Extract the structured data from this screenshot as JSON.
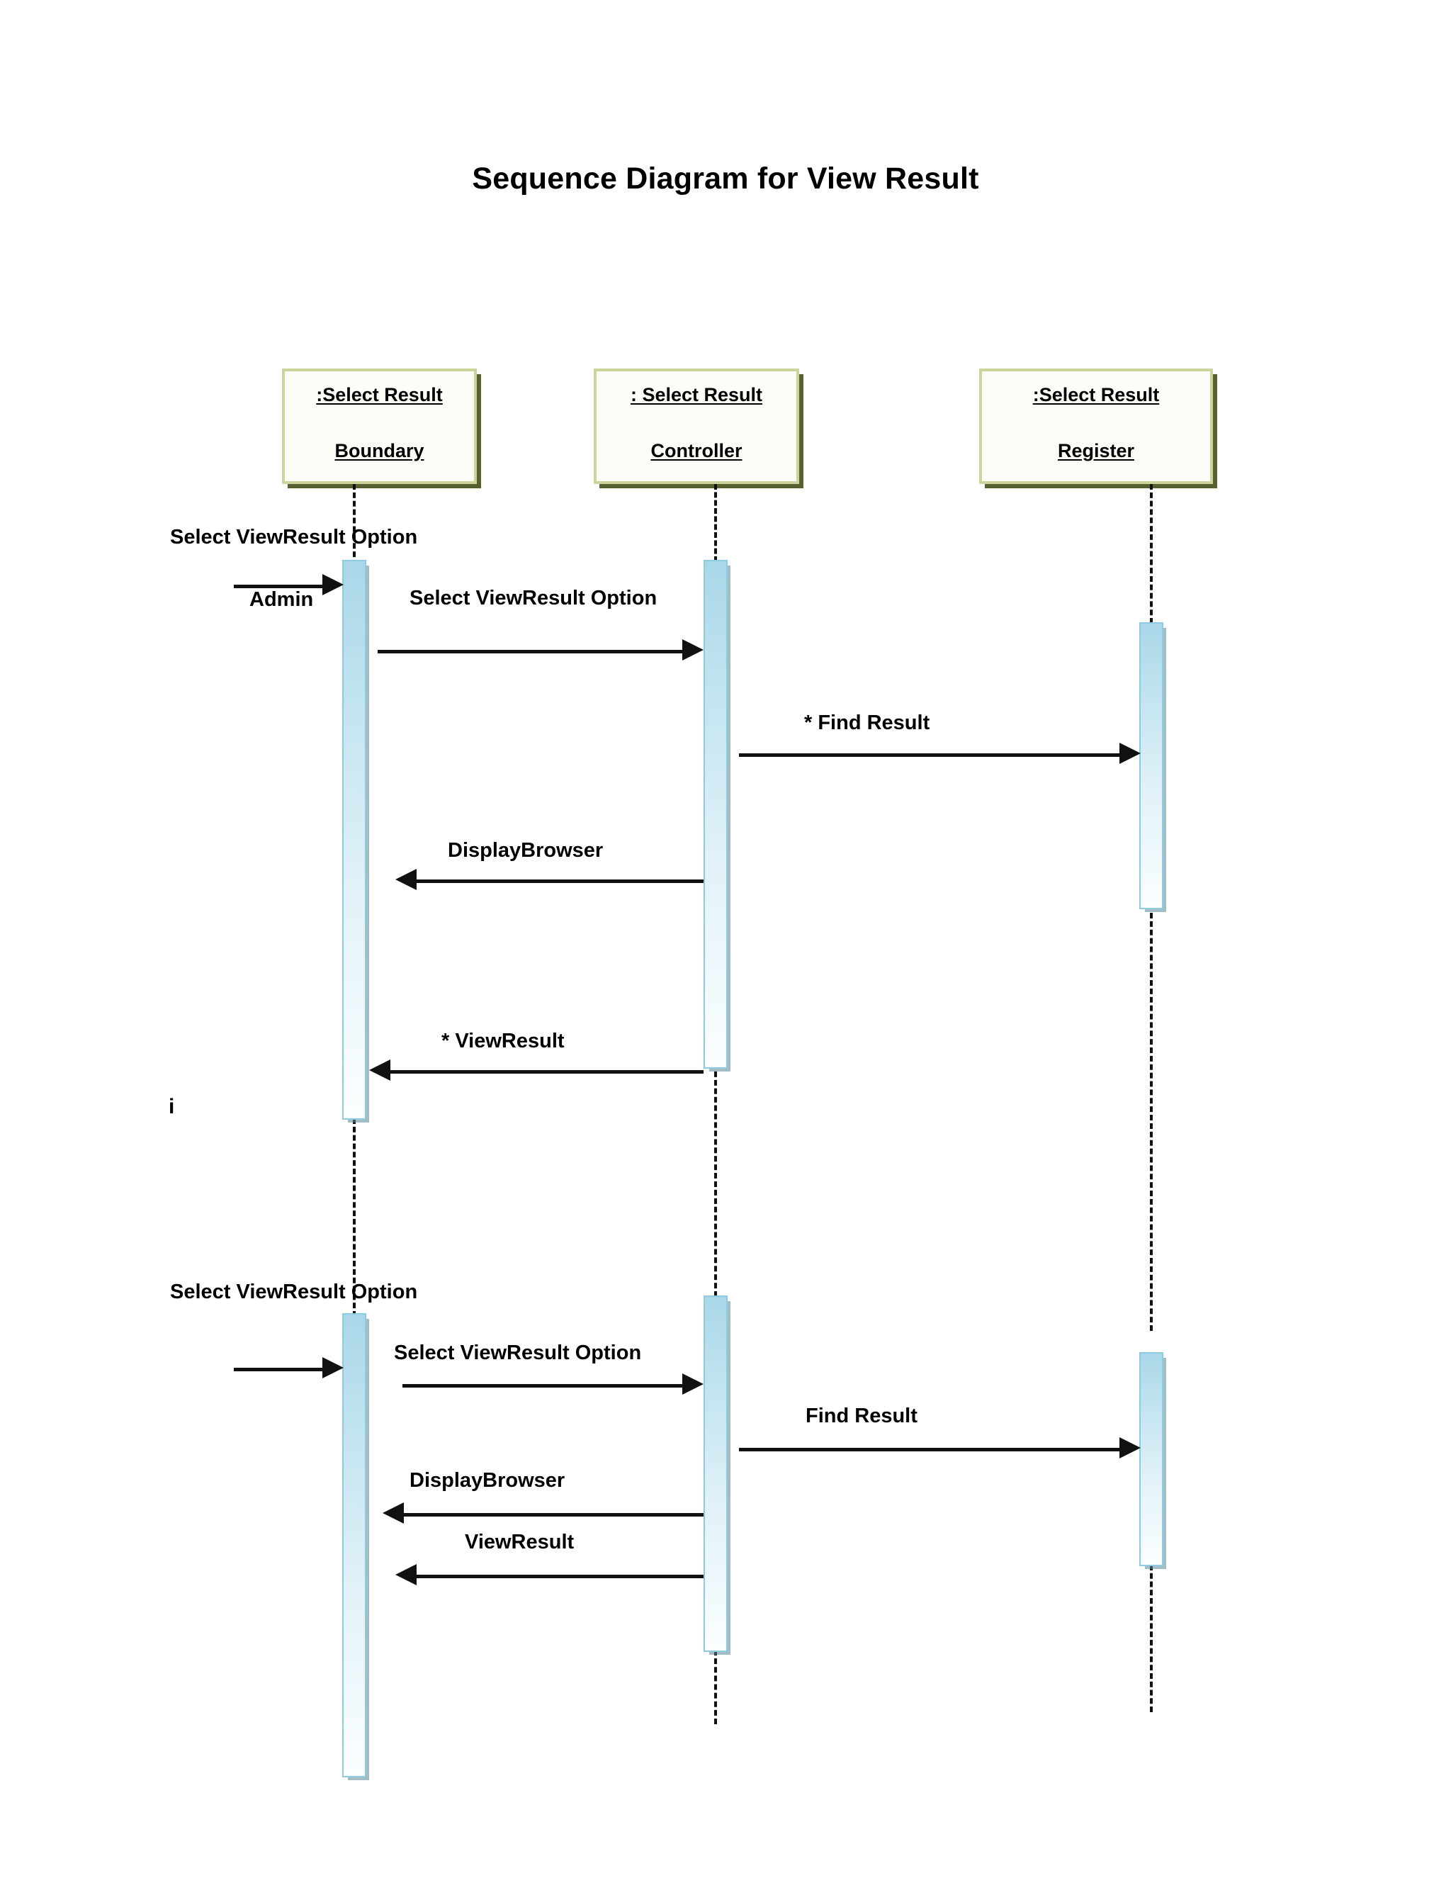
{
  "diagram": {
    "title": "Sequence Diagram for View Result",
    "type": "uml-sequence-diagram",
    "colors": {
      "object_box_border": "#ccd49b",
      "object_box_shadow": "#55612e",
      "object_box_fill": "#fdfdf8",
      "activation_top": "#a9d7e8",
      "activation_bottom": "#fbfeff",
      "activation_border": "#8ecbe0",
      "line": "#111111",
      "background": "#ffffff"
    },
    "participants": [
      {
        "id": "boundary",
        "line1": ":Select Result",
        "line2": "Boundary"
      },
      {
        "id": "controller",
        "line1": ": Select Result",
        "line2": "Controller"
      },
      {
        "id": "register",
        "line1": ":Select Result",
        "line2": "Register"
      }
    ],
    "actors": [
      {
        "id": "admin-1",
        "label": "Admin"
      }
    ],
    "annotations": [
      {
        "id": "iteration-marker",
        "label": "i"
      }
    ],
    "messages": [
      {
        "id": "m1",
        "label": "Select ViewResult Option",
        "from": "actor",
        "to": "boundary",
        "direction": "right",
        "block": 1
      },
      {
        "id": "m2",
        "label": "Select ViewResult Option",
        "from": "boundary",
        "to": "controller",
        "direction": "right",
        "block": 1
      },
      {
        "id": "m3",
        "label": "* Find Result",
        "from": "controller",
        "to": "register",
        "direction": "right",
        "block": 1
      },
      {
        "id": "m4",
        "label": "DisplayBrowser",
        "from": "controller",
        "to": "boundary",
        "direction": "left",
        "block": 1
      },
      {
        "id": "m5",
        "label": "* ViewResult",
        "from": "controller",
        "to": "boundary",
        "direction": "left",
        "block": 1
      },
      {
        "id": "m6",
        "label": "Select ViewResult Option",
        "from": "actor",
        "to": "boundary",
        "direction": "right",
        "block": 2
      },
      {
        "id": "m7",
        "label": "Select ViewResult Option",
        "from": "boundary",
        "to": "controller",
        "direction": "right",
        "block": 2
      },
      {
        "id": "m8",
        "label": "Find Result",
        "from": "controller",
        "to": "register",
        "direction": "right",
        "block": 2
      },
      {
        "id": "m9",
        "label": "DisplayBrowser",
        "from": "controller",
        "to": "boundary",
        "direction": "left",
        "block": 2
      },
      {
        "id": "m10",
        "label": "ViewResult",
        "from": "controller",
        "to": "boundary",
        "direction": "left",
        "block": 2
      }
    ],
    "block_headers": [
      {
        "id": "bh1",
        "label": "Select ViewResult Option"
      },
      {
        "id": "bh2",
        "label": "Select ViewResult Option"
      }
    ]
  }
}
